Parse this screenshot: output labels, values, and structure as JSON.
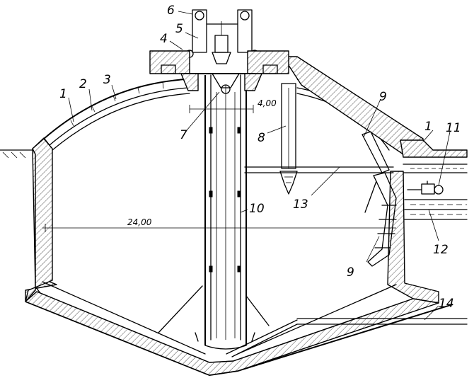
{
  "labels": [
    {
      "id": "1",
      "text": "1"
    },
    {
      "id": "2",
      "text": "2"
    },
    {
      "id": "3",
      "text": "3"
    },
    {
      "id": "4",
      "text": "4"
    },
    {
      "id": "5",
      "text": "5"
    },
    {
      "id": "6",
      "text": "6"
    },
    {
      "id": "7",
      "text": "7"
    },
    {
      "id": "8",
      "text": "8"
    },
    {
      "id": "9a",
      "text": "9"
    },
    {
      "id": "9b",
      "text": "9"
    },
    {
      "id": "10",
      "text": "10"
    },
    {
      "id": "1b",
      "text": "1"
    },
    {
      "id": "11",
      "text": "11"
    },
    {
      "id": "12",
      "text": "12"
    },
    {
      "id": "13",
      "text": "13"
    },
    {
      "id": "14",
      "text": "14"
    }
  ],
  "dimensions": {
    "shaft_width": "4,00",
    "tank_diameter": "24,00"
  }
}
